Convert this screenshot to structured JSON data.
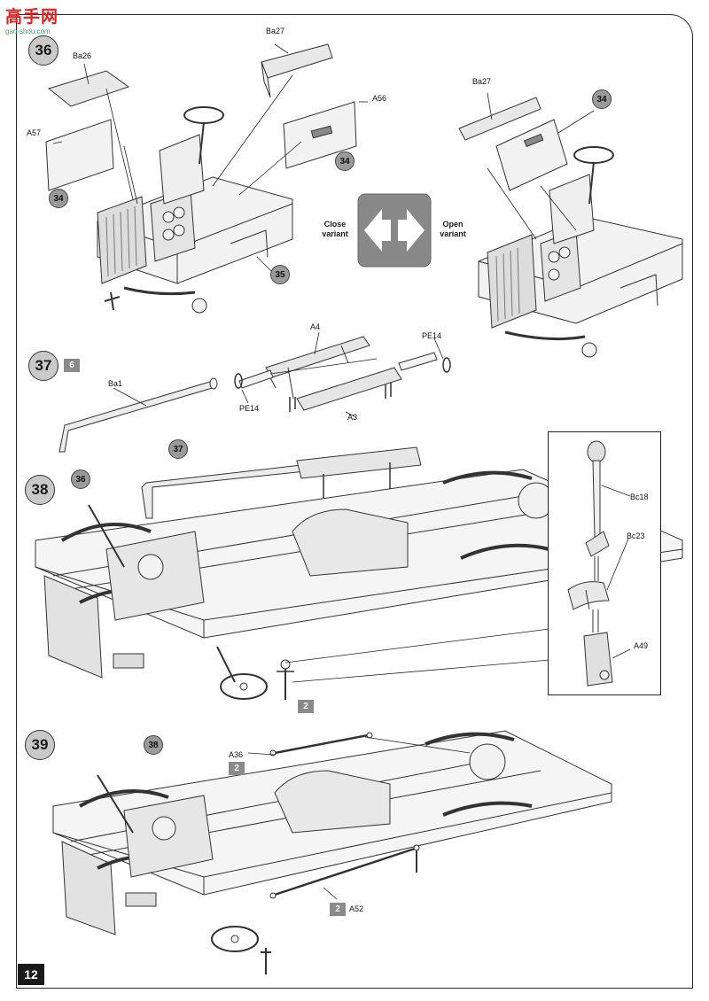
{
  "watermark": {
    "text": "高手网",
    "url": "gao-shou.com"
  },
  "page_number": "12",
  "switch_icon": {
    "left_label": "Close\nvariant",
    "right_label": "Open\nvariant"
  },
  "step36": {
    "number": "36",
    "labels": {
      "ba26": "Ba26",
      "ba27_left": "Ba27",
      "a57": "A57",
      "a56": "A56",
      "ba27_right": "Ba27"
    },
    "refs": {
      "r34_a": "34",
      "r34_b": "34",
      "r35": "35",
      "r34_c": "34"
    }
  },
  "step37": {
    "number": "37",
    "qty": "6",
    "labels": {
      "a4": "A4",
      "pe14_right": "PE14",
      "ba1": "Ba1",
      "pe14_left": "PE14",
      "a3": "A3"
    }
  },
  "step38": {
    "number": "38",
    "refs": {
      "r37": "37",
      "r36": "36"
    },
    "qty": "2",
    "labels": {
      "bc18": "Bc18",
      "bc23": "Bc23",
      "a49": "A49"
    }
  },
  "step39": {
    "number": "39",
    "refs": {
      "r38": "38"
    },
    "labels": {
      "a36": "A36",
      "a52": "A52"
    },
    "qty_a36": "2",
    "qty_a52": "2"
  }
}
